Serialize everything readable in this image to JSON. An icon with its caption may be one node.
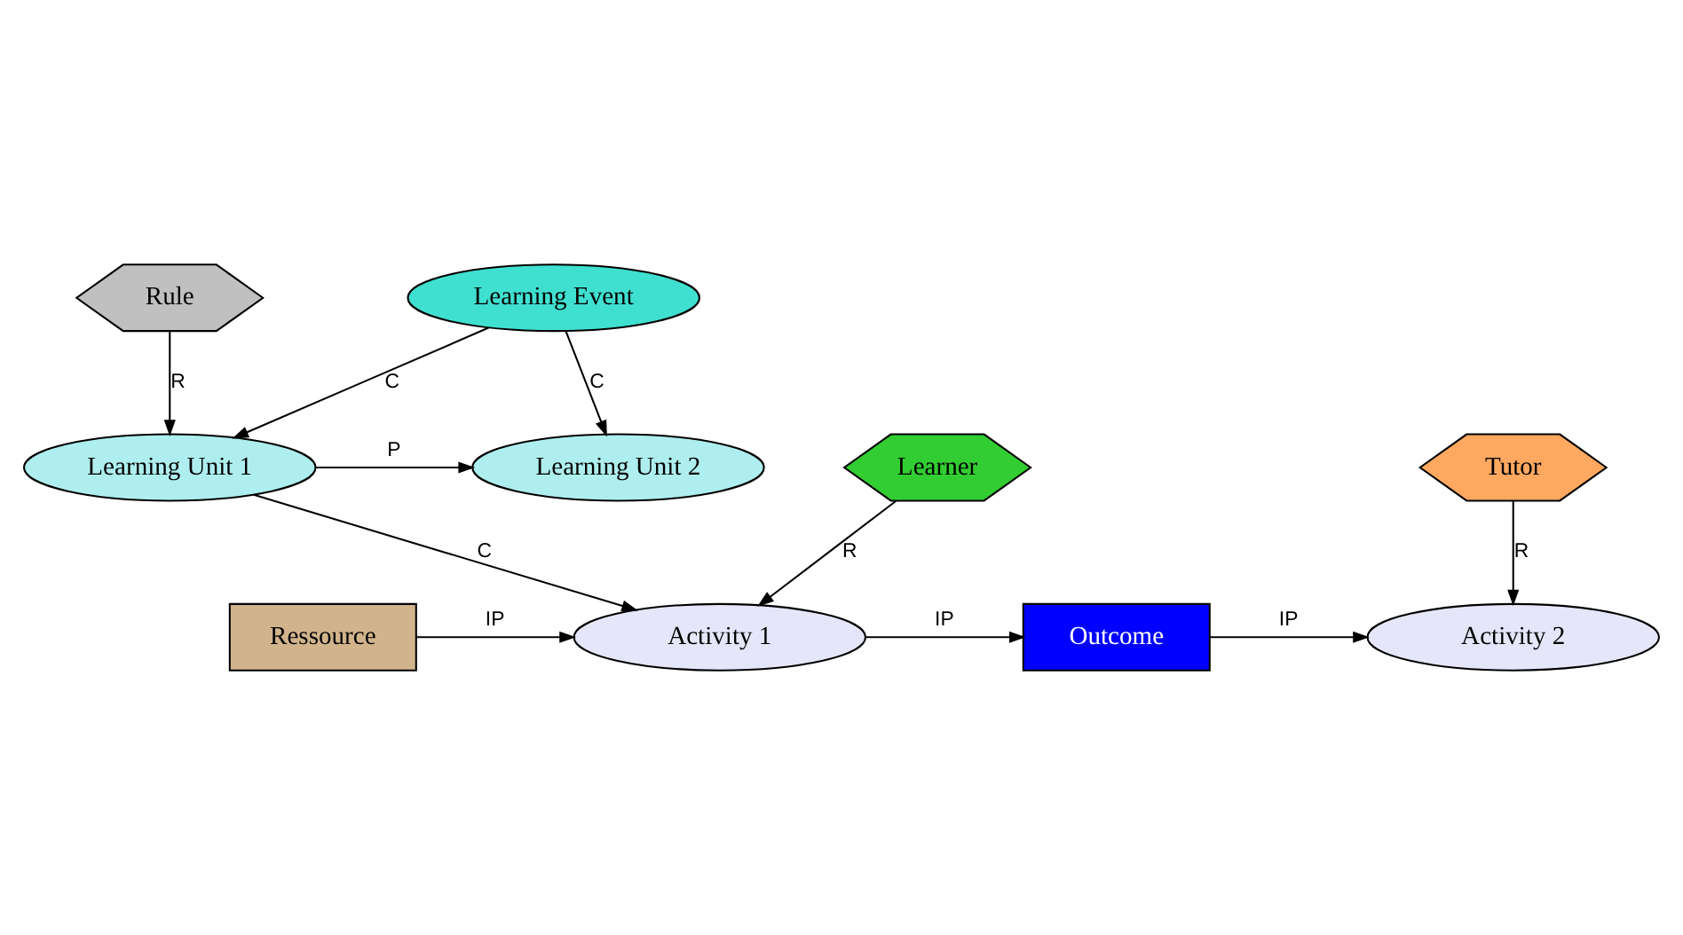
{
  "diagram": {
    "nodes": [
      {
        "text": [
          "Learning Event"
        ]
      },
      {
        "text": [
          "Rule"
        ]
      },
      {
        "text": [
          "Learning Unit 1"
        ]
      },
      {
        "text": [
          "Learning Unit 2"
        ]
      },
      {
        "text": [
          "Ressource"
        ]
      },
      {
        "text": [
          "Activity 1"
        ]
      },
      {
        "text": [
          "Outcome"
        ]
      },
      {
        "text": [
          "Activity 2"
        ]
      },
      {
        "text": [
          "Learner"
        ]
      },
      {
        "text": [
          "Tutor"
        ]
      }
    ],
    "edges": [
      {
        "from": 0,
        "to": 2,
        "arrow": "to",
        "label": "C"
      },
      {
        "from": 0,
        "to": 3,
        "arrow": "to",
        "label": "C"
      },
      {
        "from": 1,
        "to": 2,
        "arrow": "to",
        "label": "R"
      },
      {
        "from": 2,
        "to": 3,
        "arrow": "to",
        "label": "P"
      },
      {
        "from": 2,
        "to": 5,
        "arrow": "to",
        "label": "C"
      },
      {
        "from": 4,
        "to": 5,
        "arrow": "to",
        "label": "IP"
      },
      {
        "from": 5,
        "to": 6,
        "arrow": "to",
        "label": "IP"
      },
      {
        "from": 6,
        "to": 7,
        "arrow": "to",
        "label": "IP"
      },
      {
        "from": 8,
        "to": 5,
        "arrow": "to",
        "label": "R"
      },
      {
        "from": 9,
        "to": 7,
        "arrow": "to",
        "label": "R"
      }
    ]
  }
}
